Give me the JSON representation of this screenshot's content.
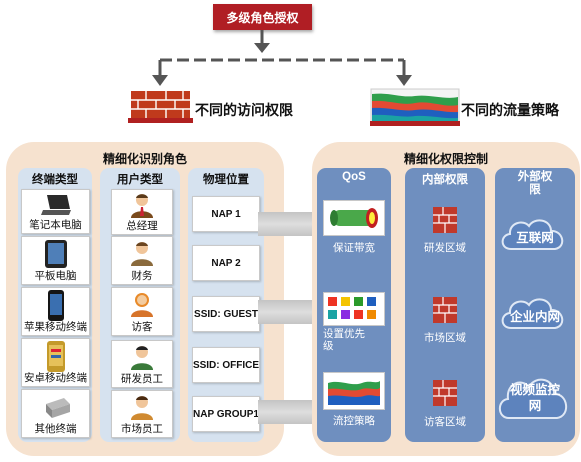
{
  "header": {
    "title": "多级角色授权",
    "left_label": "不同的访问权限",
    "right_label": "不同的流量策略"
  },
  "left_panel": {
    "title": "精细化识别角色",
    "columns": [
      {
        "title": "终端类型",
        "items": [
          "笔记本电脑",
          "平板电脑",
          "苹果移动终端",
          "安卓移动终端",
          "其他终端"
        ]
      },
      {
        "title": "用户类型",
        "items": [
          "总经理",
          "财务",
          "访客",
          "研发员工",
          "市场员工"
        ]
      },
      {
        "title": "物理位置",
        "items": [
          "NAP 1",
          "NAP 2",
          "SSID: GUEST",
          "SSID: OFFICE",
          "NAP GROUP1"
        ]
      }
    ]
  },
  "right_panel": {
    "title": "精细化权限控制",
    "columns": [
      {
        "title": "QoS",
        "items": [
          "保证带宽",
          "设置优先级",
          "流控策略"
        ]
      },
      {
        "title": "内部权限",
        "items": [
          "研发区域",
          "市场区域",
          "访客区域"
        ]
      },
      {
        "title": "外部权限",
        "items": [
          "互联网",
          "企业内网",
          "视频监控网"
        ]
      }
    ]
  },
  "colors": {
    "title_box": "#b01e24",
    "panel_bg": "#f6e2cf",
    "left_col_bg": "#d6e2ef",
    "right_col_bg": "#6f8fbf",
    "brick": "#c03a1c"
  }
}
